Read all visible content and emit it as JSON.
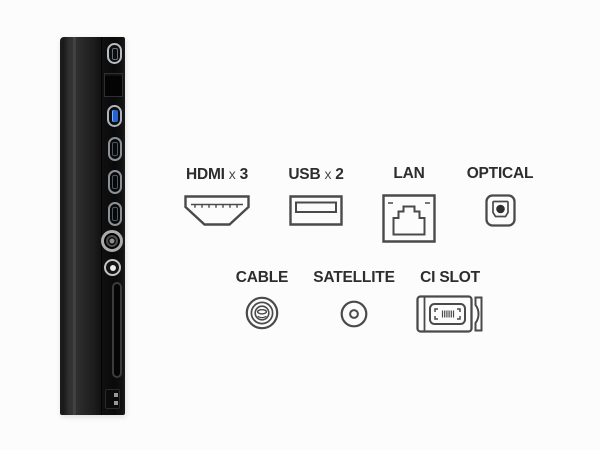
{
  "legend": {
    "row1": [
      {
        "id": "hdmi",
        "label": "HDMI",
        "sep": "x",
        "count": "3"
      },
      {
        "id": "usb",
        "label": "USB",
        "sep": "x",
        "count": "2"
      },
      {
        "id": "lan",
        "label": "LAN"
      },
      {
        "id": "optical",
        "label": "OPTICAL"
      }
    ],
    "row2": [
      {
        "id": "cable",
        "label": "CABLE"
      },
      {
        "id": "satellite",
        "label": "SATELLITE"
      },
      {
        "id": "ci_slot",
        "label": "CI SLOT"
      }
    ]
  },
  "icons": {
    "row1": [
      "hdmi-connector-icon",
      "usb-connector-icon",
      "lan-rj45-icon",
      "optical-toslink-icon"
    ],
    "row2": [
      "cable-coax-icon",
      "satellite-coax-icon",
      "ci-module-icon"
    ]
  },
  "colors": {
    "background": "#fcfcfc",
    "label_text": "#2d2d2d",
    "icon_stroke": "#4a4a4a",
    "tv_body": "#222222",
    "tv_port_panel": "#0a0a0a",
    "usb3_blue": "#2763cf"
  }
}
